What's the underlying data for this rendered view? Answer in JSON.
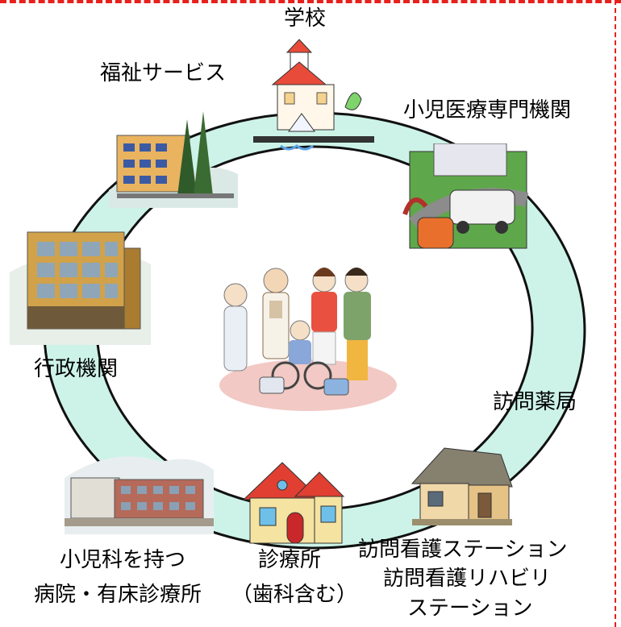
{
  "labels": {
    "school": "学校",
    "welfare": "福祉サービス",
    "pediatric_specialist": "小児医療専門機関",
    "administration": "行政機関",
    "home_pharmacy": "訪問薬局",
    "hospital_line1": "小児科を持つ",
    "hospital_line2": "病院・有床診療所",
    "clinic_line1": "診療所",
    "clinic_line2": "（歯科含む）",
    "nursing_line1": "訪問看護ステーション",
    "nursing_line2": "訪問看護リハビリ",
    "nursing_line3": "ステーション"
  },
  "colors": {
    "ring_fill": "#cdf3e8",
    "ring_stroke": "#111111",
    "frame": "#e8201c"
  },
  "icons": {
    "center": "family-with-wheelchair-child-icon",
    "school": "school-building-icon",
    "welfare": "welfare-facility-icon",
    "specialist": "ambulance-hospital-phone-icon",
    "administration": "government-office-icon",
    "hospital": "hospital-building-icon",
    "clinic": "house-clinic-icon",
    "nursing": "cottage-nursing-station-icon"
  }
}
